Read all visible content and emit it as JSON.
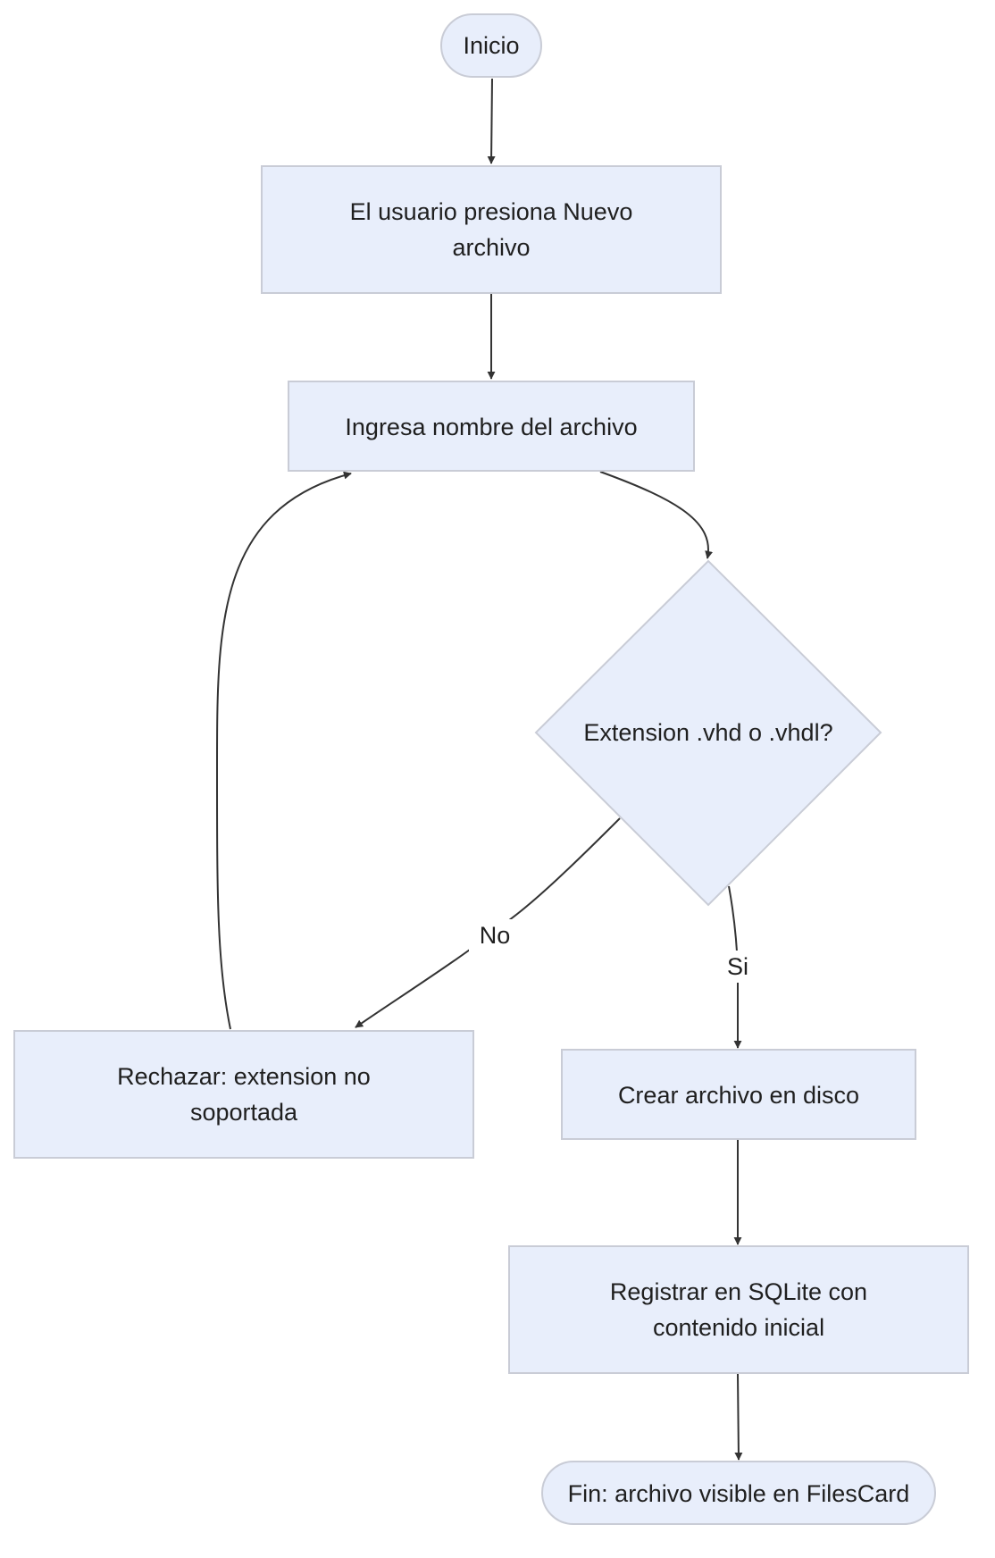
{
  "colors": {
    "node_fill": "#e8eefb",
    "node_stroke": "#c9ccd6",
    "edge": "#333333",
    "text": "#1f1f1f",
    "background": "#ffffff"
  },
  "nodes": {
    "start": {
      "label": "Inicio",
      "shape": "stadium"
    },
    "new_file": {
      "lines": [
        "El usuario presiona Nuevo",
        "archivo"
      ],
      "shape": "rect"
    },
    "enter_name": {
      "label": "Ingresa nombre del archivo",
      "shape": "rect"
    },
    "check_ext": {
      "label": "Extension .vhd o .vhdl?",
      "shape": "diamond"
    },
    "reject": {
      "lines": [
        "Rechazar: extension no",
        "soportada"
      ],
      "shape": "rect"
    },
    "create_file": {
      "label": "Crear archivo en disco",
      "shape": "rect"
    },
    "register": {
      "lines": [
        "Registrar en SQLite con",
        "contenido inicial"
      ],
      "shape": "rect"
    },
    "end": {
      "label": "Fin: archivo visible en FilesCard",
      "shape": "stadium"
    }
  },
  "edges": {
    "no_label": "No",
    "yes_label": "Si"
  }
}
